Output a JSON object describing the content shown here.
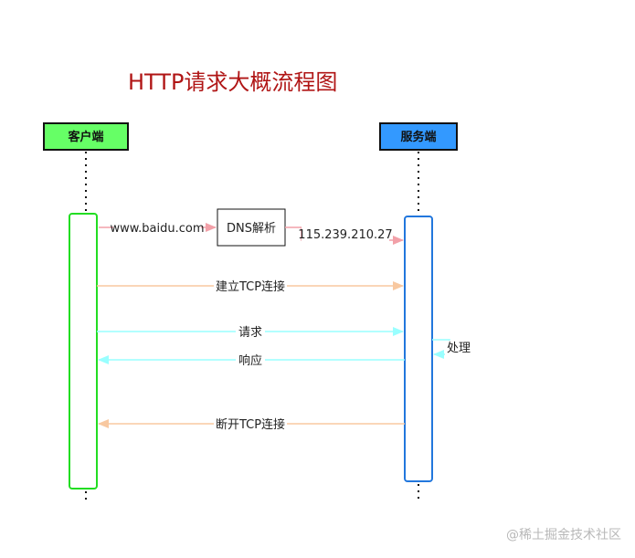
{
  "title": "HTTP请求大概流程图",
  "participants": {
    "client": {
      "label": "客户端",
      "color": "#66ff66"
    },
    "server": {
      "label": "服务端",
      "color": "#3399ff"
    }
  },
  "dns": {
    "label": "DNS解析",
    "request_label": "www.baidu.com",
    "response_label": "115.239.210.27"
  },
  "messages": [
    {
      "label": "建立TCP连接",
      "direction": "to-server",
      "color": "#f8c8a0"
    },
    {
      "label": "请求",
      "direction": "to-server",
      "color": "#99ffff"
    },
    {
      "label": "处理",
      "direction": "self",
      "color": "#99ffff"
    },
    {
      "label": "响应",
      "direction": "to-client",
      "color": "#99ffff"
    },
    {
      "label": "断开TCP连接",
      "direction": "to-client",
      "color": "#f8c8a0"
    }
  ],
  "colors": {
    "dns_arrow": "#f2a0a8",
    "client_activation": "#22dd22",
    "server_activation": "#2277dd",
    "title": "#b01515"
  },
  "watermark": "@稀土掘金技术社区"
}
